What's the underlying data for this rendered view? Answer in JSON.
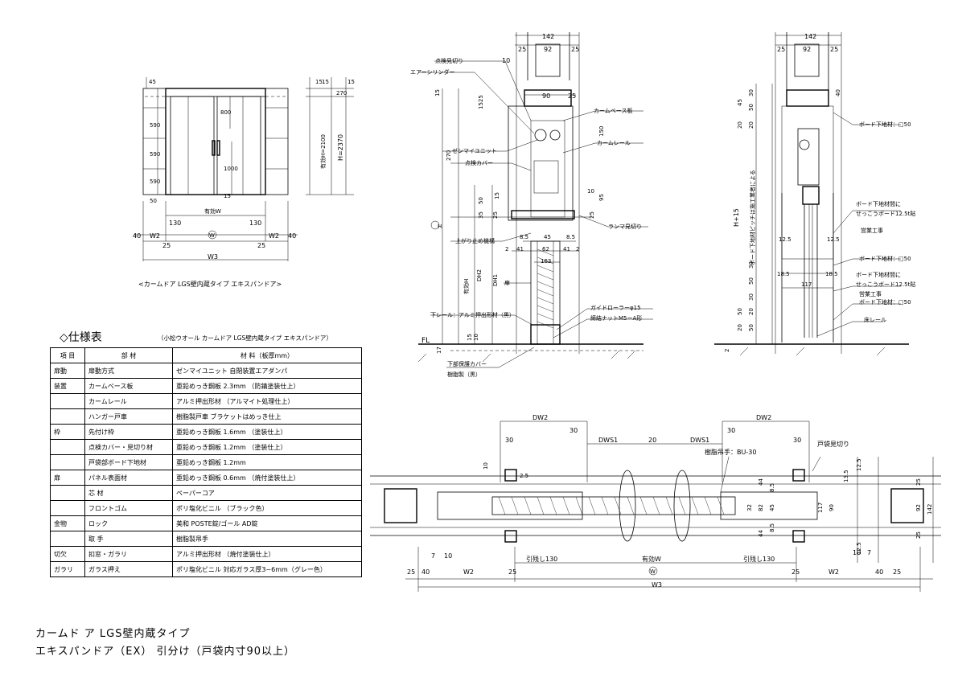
{
  "elevation": {
    "caption": "<カームドア LGS壁内蔵タイプ エキスパンドア>",
    "dims_top": [
      "15",
      "15",
      "270",
      "15"
    ],
    "dims_left": [
      "45",
      "590",
      "590",
      "590",
      "50"
    ],
    "dims_inner": [
      "800",
      "1000",
      "15"
    ],
    "heights": [
      "有効H=2100",
      "H=2370"
    ],
    "bottom_row1": [
      "130",
      "有効W",
      "130"
    ],
    "bottom_row2": [
      "40",
      "W2",
      "W",
      "W2",
      "40"
    ],
    "bottom_row3": [
      "25",
      "25"
    ],
    "bottom_total": "W3"
  },
  "section": {
    "callouts_left": [
      "点検見切り",
      "エアーシリンダー",
      "ゼンマイユニット",
      "点検カバー",
      "上がり止め機構",
      "下レール：アルミ押出形材（黒）",
      "扉"
    ],
    "callouts_right": [
      "カームベース板",
      "カームレール",
      "ランマ見切り",
      "ガイドローラーφ15",
      "締結ナットM5ーA形"
    ],
    "callouts_bottom": [
      "下部保護カバー",
      "樹脂製（黒）"
    ],
    "dims_top": [
      "142",
      "25",
      "92",
      "25",
      "10",
      "90",
      "25"
    ],
    "dims_mid": [
      "15",
      "1525",
      "150",
      "270",
      "50",
      "15",
      "35",
      "25",
      "10",
      "95",
      "25"
    ],
    "dims_lower": [
      "8.5",
      "45",
      "8.5",
      "2",
      "41",
      "62",
      "41",
      "2",
      "163"
    ],
    "dims_vert": [
      "H",
      "DH2",
      "DH1",
      "有効H",
      "17",
      "15",
      "10"
    ],
    "fl_label": "FL"
  },
  "side": {
    "dims_top": [
      "142",
      "25",
      "92",
      "25",
      "40"
    ],
    "dims_left": [
      "45",
      "50",
      "20",
      "30",
      "20"
    ],
    "vertical_label": "ボード下地材ピッチは施工業者による",
    "h_label": "H+15",
    "callouts": [
      "ボード下地材：□50",
      "ボード下地材間に",
      "せっこうボード12.5t貼",
      "営業工事",
      "ボード下地材：□50",
      "ボード下地材間に",
      "せっこうボード12.5t貼",
      "営業工事",
      "ボード下地材：□50",
      "床レール"
    ],
    "dims_mid": [
      "12.5",
      "12.5"
    ],
    "dims_bottom": [
      "18.5",
      "117",
      "18.5",
      "30",
      "50",
      "30",
      "20",
      "50",
      "20",
      "50",
      "2"
    ]
  },
  "plan": {
    "dims_top": [
      "DW2",
      "DW2",
      "30",
      "30",
      "DWS1",
      "20",
      "DWS1",
      "30",
      "30"
    ],
    "callouts": [
      "樹脂吊手：BU-30",
      "戸袋見切り"
    ],
    "dims_left": [
      "10",
      "2.5"
    ],
    "dims_right": [
      "12.5",
      "13.5",
      "44",
      "8.5",
      "32",
      "82",
      "45",
      "117",
      "90",
      "8.5",
      "44",
      "12.5",
      "142",
      "92",
      "25",
      "25"
    ],
    "dims_bottom_row1": [
      "7",
      "10",
      "引残し130",
      "有効W",
      "引残し130",
      "10",
      "7"
    ],
    "dims_bottom_row2": [
      "25",
      "40",
      "W2",
      "25",
      "W",
      "25",
      "W2",
      "40",
      "25"
    ],
    "dims_bottom_total": "W3",
    "w_symbol": "W"
  },
  "spec": {
    "title": "◇仕様表",
    "subtitle": "（小松ウオール カームドア LGS壁内蔵タイプ エキスパンドア）",
    "headers": [
      "項 目",
      "部 材",
      "材 料（板厚mm）"
    ],
    "rows": [
      {
        "group": "扉動",
        "part": "扉動方式",
        "material": "ゼンマイユニット 自閉装置エアダンパ"
      },
      {
        "group": "装置",
        "part": "カームベース板",
        "material": "亜鉛めっき鋼板 2.3mm （防錆塗装仕上）"
      },
      {
        "group": "",
        "part": "カームレール",
        "material": "アルミ押出形材 （アルマイト処理仕上）"
      },
      {
        "group": "",
        "part": "ハンガー戸車",
        "material": "樹脂製戸車 ブラケットはめっき仕上"
      },
      {
        "group": "枠",
        "part": "先付け枠",
        "material": "亜鉛めっき鋼板 1.6mm （塗装仕上）"
      },
      {
        "group": "",
        "part": "点検カバー・見切り材",
        "material": "亜鉛めっき鋼板 1.2mm （塗装仕上）"
      },
      {
        "group": "",
        "part": "戸袋部ボード下地材",
        "material": "亜鉛めっき鋼板 1.2mm"
      },
      {
        "group": "扉",
        "part": "パネル表面材",
        "material": "亜鉛めっき鋼板 0.6mm （焼付塗装仕上）"
      },
      {
        "group": "",
        "part": "芯 材",
        "material": "ペーパーコア"
      },
      {
        "group": "",
        "part": "フロントゴム",
        "material": "ポリ塩化ビニル （ブラック色）"
      },
      {
        "group": "金物",
        "part": "ロック",
        "material": "美和 POSTE錠/ゴール AD錠"
      },
      {
        "group": "",
        "part": "取 手",
        "material": "樹脂製吊手"
      },
      {
        "group": "切欠",
        "part": "扣窓・ガラリ",
        "material": "アルミ押出形材 （焼付塗装仕上）"
      },
      {
        "group": "ガラリ",
        "part": "ガラス押え",
        "material": "ポリ塩化ビニル 対応ガラス厚3~6mm（グレー色）"
      }
    ]
  },
  "footer": {
    "line1": "カームド ア LGS壁内蔵タイプ",
    "line2": "エキスパンドア（EX） 引分け（戸袋内寸90以上）"
  }
}
